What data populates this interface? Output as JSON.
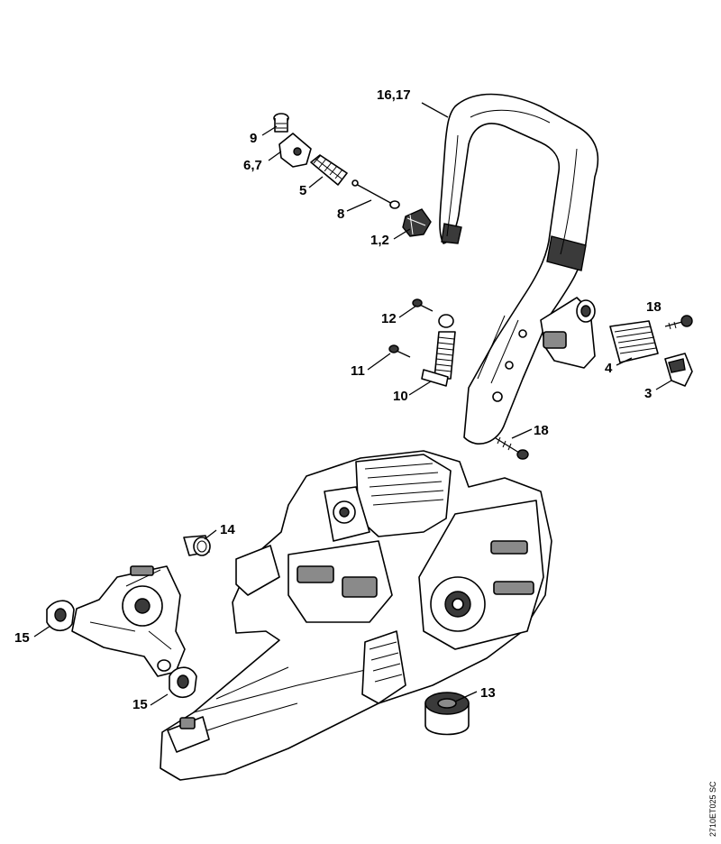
{
  "diagram": {
    "reference_code": "2710ET025 SC",
    "callouts": [
      {
        "id": "c1617",
        "label": "16,17"
      },
      {
        "id": "c9",
        "label": "9"
      },
      {
        "id": "c67",
        "label": "6,7"
      },
      {
        "id": "c5",
        "label": "5"
      },
      {
        "id": "c8",
        "label": "8"
      },
      {
        "id": "c12",
        "label": "1,2"
      },
      {
        "id": "c12b",
        "label": "12"
      },
      {
        "id": "c18a",
        "label": "18"
      },
      {
        "id": "c4",
        "label": "4"
      },
      {
        "id": "c3",
        "label": "3"
      },
      {
        "id": "c11",
        "label": "11"
      },
      {
        "id": "c10",
        "label": "10"
      },
      {
        "id": "c18b",
        "label": "18"
      },
      {
        "id": "c14",
        "label": "14"
      },
      {
        "id": "c15a",
        "label": "15"
      },
      {
        "id": "c15b",
        "label": "15"
      },
      {
        "id": "c13",
        "label": "13"
      }
    ]
  }
}
